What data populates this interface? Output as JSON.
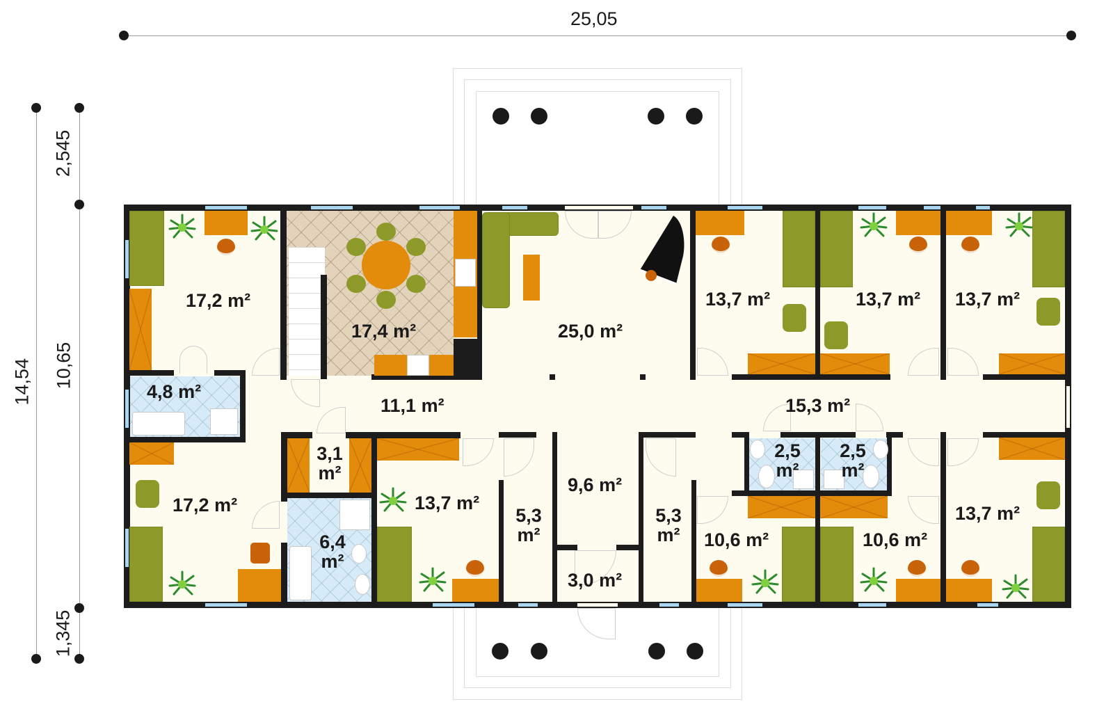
{
  "dimensions": {
    "overall_width": "25,05",
    "overall_depth": "14,54",
    "front_porch_depth": "2,545",
    "building_depth": "10,65",
    "rear_porch_depth": "1,345"
  },
  "unit": "m²",
  "rooms": [
    {
      "id": "bedroom-nw",
      "area": "17,2",
      "type": "bedroom"
    },
    {
      "id": "kitchen-dining",
      "area": "17,4",
      "type": "kitchen"
    },
    {
      "id": "living-room",
      "area": "25,0",
      "type": "living"
    },
    {
      "id": "bedroom-n1",
      "area": "13,7",
      "type": "bedroom"
    },
    {
      "id": "bedroom-n2",
      "area": "13,7",
      "type": "bedroom"
    },
    {
      "id": "bedroom-n3",
      "area": "13,7",
      "type": "bedroom"
    },
    {
      "id": "bathroom-w",
      "area": "4,8",
      "type": "bathroom"
    },
    {
      "id": "hall-west",
      "area": "11,1",
      "type": "hall"
    },
    {
      "id": "hall-east",
      "area": "15,3",
      "type": "hall"
    },
    {
      "id": "bedroom-sw",
      "area": "17,2",
      "type": "bedroom"
    },
    {
      "id": "storage",
      "area": "3,1",
      "type": "storage"
    },
    {
      "id": "bathroom-s",
      "area": "6,4",
      "type": "bathroom"
    },
    {
      "id": "bedroom-s1",
      "area": "13,7",
      "type": "bedroom"
    },
    {
      "id": "closet-1",
      "area": "5,3",
      "type": "closet"
    },
    {
      "id": "entrance-hall",
      "area": "9,6",
      "type": "hall"
    },
    {
      "id": "vestibule",
      "area": "3,0",
      "type": "vestibule"
    },
    {
      "id": "closet-2",
      "area": "5,3",
      "type": "closet"
    },
    {
      "id": "wc-1",
      "area": "2,5",
      "type": "wc"
    },
    {
      "id": "wc-2",
      "area": "2,5",
      "type": "wc"
    },
    {
      "id": "bedroom-s2",
      "area": "10,6",
      "type": "bedroom"
    },
    {
      "id": "bedroom-s3",
      "area": "10,6",
      "type": "bedroom"
    },
    {
      "id": "bedroom-se",
      "area": "13,7",
      "type": "bedroom"
    }
  ],
  "colors": {
    "floor": "#fdfcef",
    "wall": "#1c1c1c",
    "window": "#a9d6ee",
    "furniture_orange": "#e38b0b",
    "furniture_green": "#8d9a2a",
    "bath_tile": "#d6ebf7",
    "kitchen_tile": "#e3d3ba"
  }
}
